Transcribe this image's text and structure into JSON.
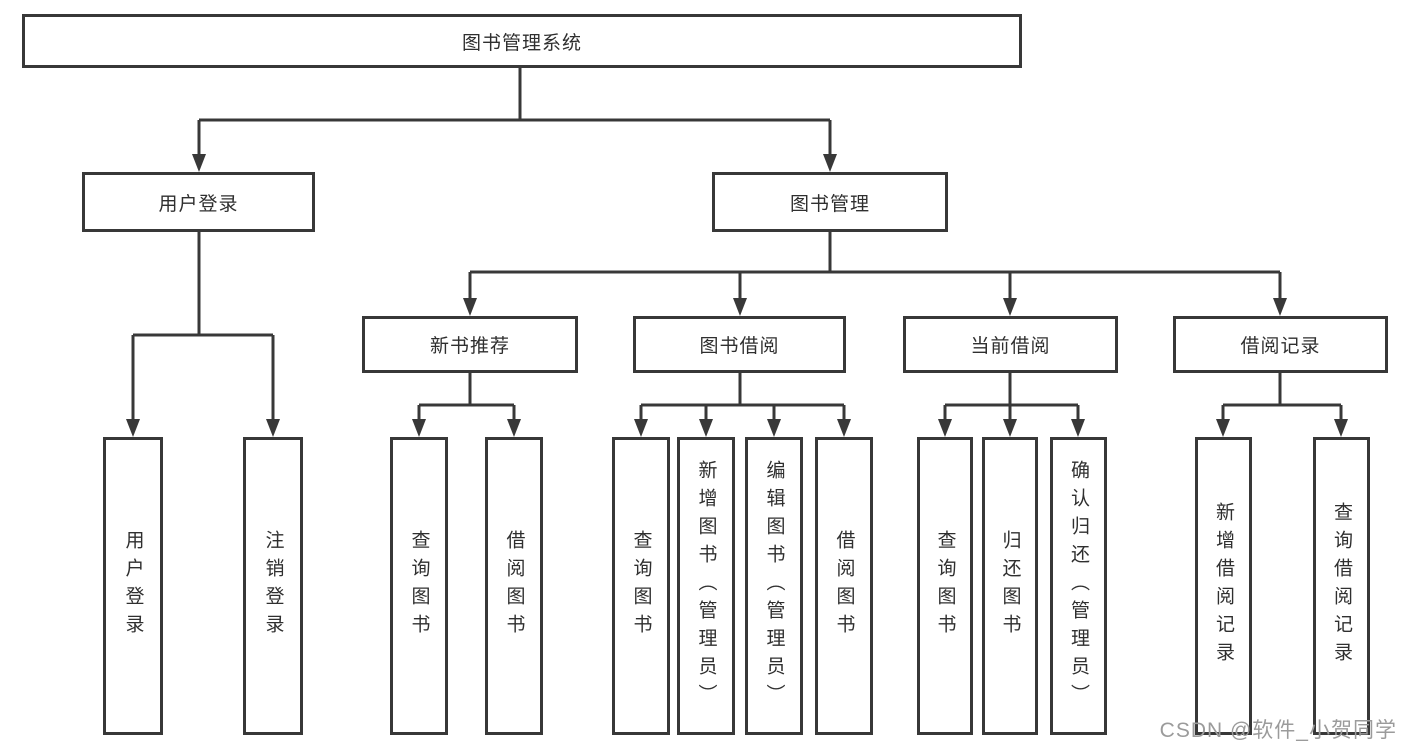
{
  "tree": {
    "root": {
      "label": "图书管理系统",
      "children": [
        {
          "label": "用户登录",
          "children": [
            {
              "label": "用户登录"
            },
            {
              "label": "注销登录"
            }
          ]
        },
        {
          "label": "图书管理",
          "children": [
            {
              "label": "新书推荐",
              "children": [
                {
                  "label": "查询图书"
                },
                {
                  "label": "借阅图书"
                }
              ]
            },
            {
              "label": "图书借阅",
              "children": [
                {
                  "label": "查询图书"
                },
                {
                  "label": "新增图书（管理员）"
                },
                {
                  "label": "编辑图书（管理员）"
                },
                {
                  "label": "借阅图书"
                }
              ]
            },
            {
              "label": "当前借阅",
              "children": [
                {
                  "label": "查询图书"
                },
                {
                  "label": "归还图书"
                },
                {
                  "label": "确认归还（管理员）"
                }
              ]
            },
            {
              "label": "借阅记录",
              "children": [
                {
                  "label": "新增借阅记录"
                },
                {
                  "label": "查询借阅记录"
                }
              ]
            }
          ]
        }
      ]
    }
  },
  "watermark": {
    "text": "CSDN @软件_小贺同学"
  },
  "colors": {
    "line": "#383838",
    "box_border": "#383838",
    "text": "#2f2f2f",
    "watermark_text": "#9b9b9b",
    "background": "#ffffff"
  }
}
